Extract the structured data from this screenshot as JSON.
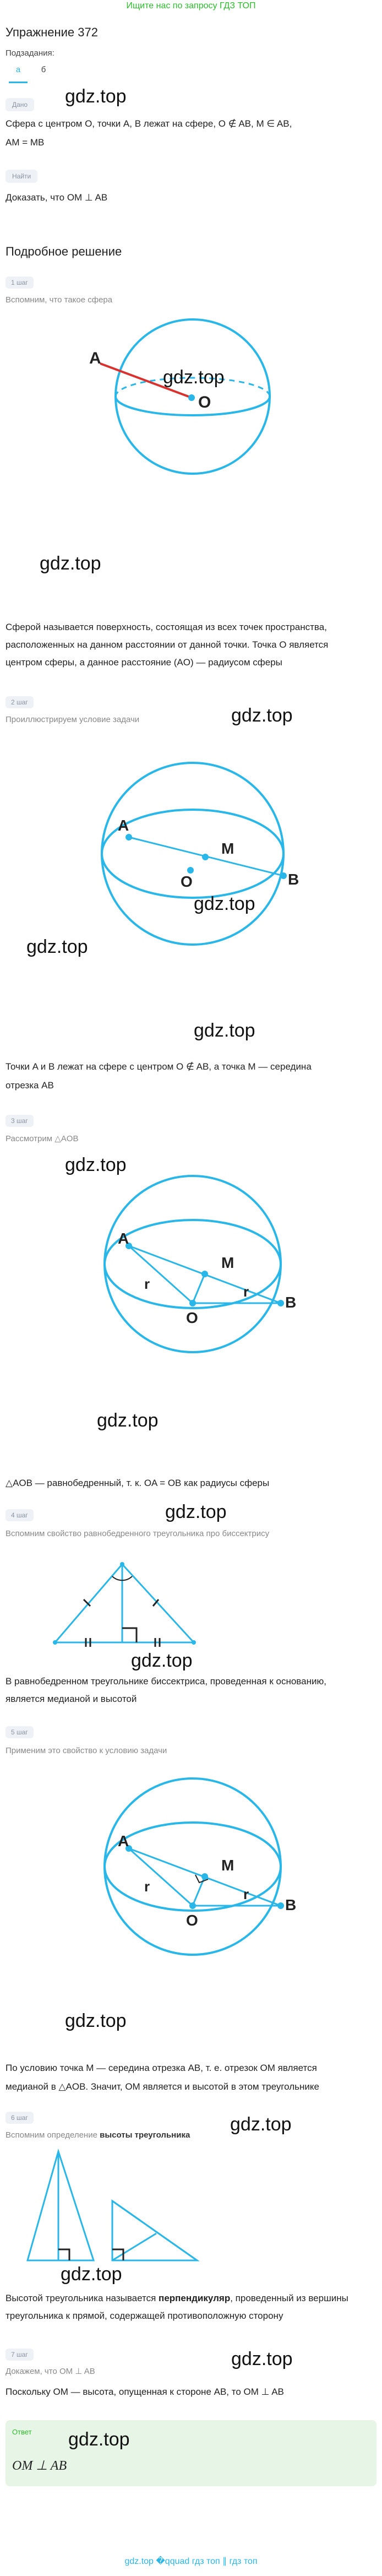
{
  "top_link": "Ищите нас по запросу ГДЗ ТОП",
  "title": "Упражнение 372",
  "subtasks_label": "Подзадания:",
  "subtasks": [
    "а",
    "б"
  ],
  "watermark": "gdz.top",
  "given_tag": "Дано",
  "given_text": "Сфера с центром O, точки A, B лежат на сфере, O ∉ AB, M ∈ AB,",
  "given_text2": "AM = MB",
  "find_tag": "Найти",
  "find_text": "Доказать, что OM ⊥ AB",
  "solution_title": "Подробное решение",
  "steps": [
    {
      "label": "1 шаг",
      "hint": "Вспомним, что такое сфера"
    },
    {
      "label": "2 шаг",
      "hint": "Проиллюстрируем условие задачи"
    },
    {
      "label": "3 шаг",
      "hint": "Рассмотрим △AOB"
    },
    {
      "label": "4 шаг",
      "hint": "Вспомним свойство равнобедренного треугольника про биссектрису"
    },
    {
      "label": "5 шаг",
      "hint": "Применим это свойство к условию задачи"
    },
    {
      "label": "6 шаг",
      "hint_prefix": "Вспомним определение ",
      "hint_bold": "высоты треугольника"
    },
    {
      "label": "7 шаг",
      "hint": "Докажем, что OM ⊥ AB"
    }
  ],
  "text_sphere_def_1": "Сферой называется поверхность, состоящая из всех точек пространства,",
  "text_sphere_def_2": "расположенных на данном расстоянии от данной точки. Точка O является",
  "text_sphere_def_3": "центром сферы, а данное расстояние (AO) — радиусом сферы",
  "text_condition_1": "Точки A и B лежат на сфере с центром O ∉ AB, а точка M — середина",
  "text_condition_2": "отрезка AB",
  "text_isosceles": "△AOB — равнобедренный, т. к. OA = OB как радиусы сферы",
  "text_bisector_1": "В равнобедренном треугольнике биссектриса, проведенная к основанию,",
  "text_bisector_2": "является медианой и высотой",
  "text_median_1": "По условию точка M — середина отрезка AB, т. е. отрезок OM является",
  "text_median_2": "медианой в △AOB. Значит, OM является и высотой в этом треугольнике",
  "text_height_prefix": "Высотой треугольника называется ",
  "text_height_bold": "перпендикуляр",
  "text_height_suffix": ", проведенный из вершины",
  "text_height_2": "треугольника к прямой, содержащей противоположную сторону",
  "text_final": "Поскольку OM — высота, опущенная к стороне AB, то OM ⊥ AB",
  "answer_tag": "Ответ",
  "answer_text": "OM ⊥ AB",
  "footer": "gdz.top �qquad гдз топ ∥ гдз топ",
  "labels": {
    "A": "A",
    "B": "B",
    "O": "O",
    "M": "M",
    "r": "r"
  },
  "colors": {
    "sphere": "#29b6e8",
    "radius_red": "#d9312e",
    "given_bg": "#eef1f5",
    "answer_bg": "#e6f5e6",
    "link_green": "#2bbd2b"
  }
}
